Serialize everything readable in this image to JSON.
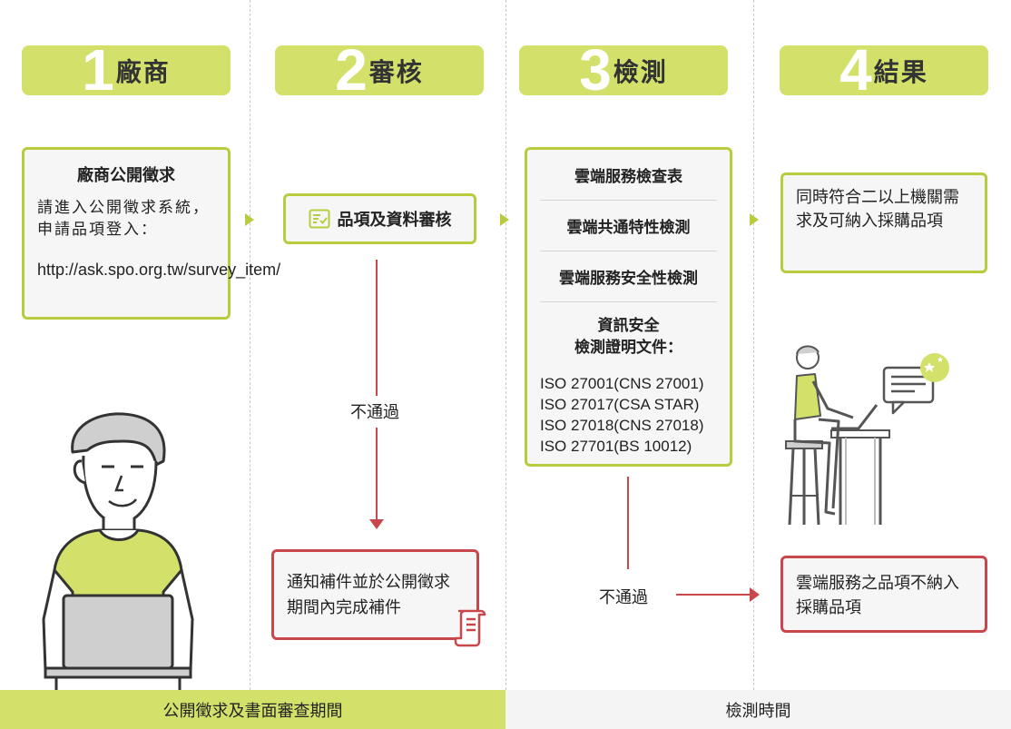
{
  "steps": [
    {
      "num": "1",
      "label": "廠商"
    },
    {
      "num": "2",
      "label": "審核"
    },
    {
      "num": "3",
      "label": "檢測"
    },
    {
      "num": "4",
      "label": "結果"
    }
  ],
  "vendor_box": {
    "title": "廠商公開徵求",
    "text": "請進入公開徵求系統，申請品項登入：",
    "url": "http://ask.spo.org.tw/survey_item/"
  },
  "review_box": {
    "title": "品項及資料審核"
  },
  "test_box": {
    "rows": [
      "雲端服務檢查表",
      "雲端共通特性檢測",
      "雲端服務安全性檢測"
    ],
    "doc_title_1": "資訊安全",
    "doc_title_2": "檢測證明文件：",
    "iso": [
      "ISO 27001(CNS 27001)",
      "ISO 27017(CSA STAR)",
      "ISO 27018(CNS 27018)",
      "ISO 27701(BS 10012)"
    ]
  },
  "pass_box": {
    "text": "同時符合二以上機關需求及可納入採購品項"
  },
  "supplement_box": {
    "text": "通知補件並於公開徵求期間內完成補件"
  },
  "reject_box": {
    "text": "雲端服務之品項不納入採購品項"
  },
  "fail_label_review": "不通過",
  "fail_label_test": "不通過",
  "footer": {
    "left": "公開徵求及書面審查期間",
    "right": "檢測時間"
  },
  "colors": {
    "accent": "#d3e16b",
    "border_green": "#b8cc3e",
    "border_red": "#c9464a"
  }
}
